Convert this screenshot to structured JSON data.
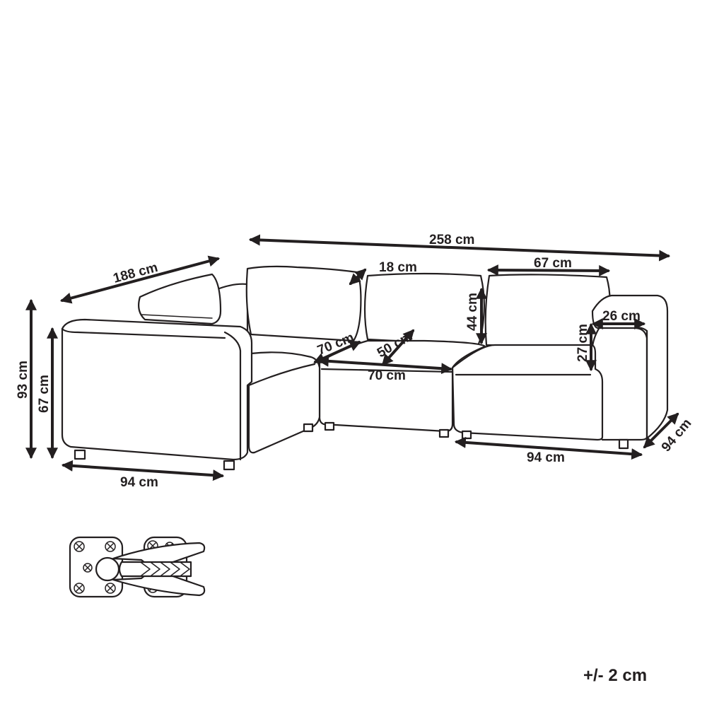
{
  "dimensions": {
    "total_width": "258 cm",
    "side_depth": "188 cm",
    "total_height": "93 cm",
    "corner_height": "67 cm",
    "corner_width": "94 cm",
    "seat_depth": "70 cm",
    "seat_cushion_depth": "50 cm",
    "middle_width": "70 cm",
    "backrest_thickness": "18 cm",
    "cushion_height": "44 cm",
    "cushion_width": "67 cm",
    "armrest_width": "26 cm",
    "armrest_height": "27 cm",
    "end_width": "94 cm",
    "end_depth": "94 cm"
  },
  "tolerance": "+/- 2 cm"
}
